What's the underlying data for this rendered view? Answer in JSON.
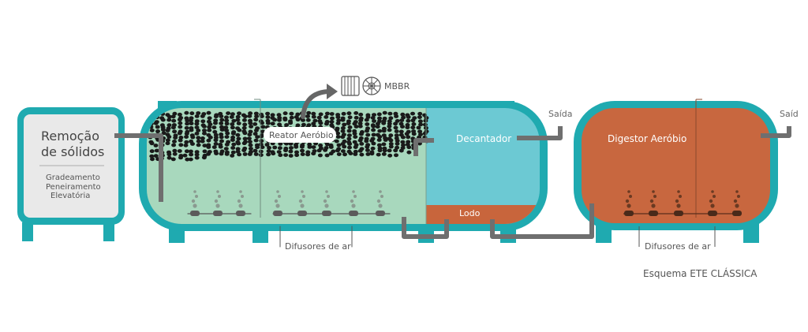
{
  "colors": {
    "tank_outline": "#1faab0",
    "reactor_fill": "#a8d8bd",
    "decanter_fill": "#6cc9d3",
    "sludge_fill": "#c8653c",
    "digester_fill": "#c8673f",
    "solids_fill": "#e9e9e9",
    "pipe": "#6f6f6f",
    "media": "#1a1a1a"
  },
  "solids_removal": {
    "title_line1": "Remoção",
    "title_line2": "de sólidos",
    "steps": [
      "Gradeamento",
      "Peneiramento",
      "Elevatória"
    ]
  },
  "reactor": {
    "label": "Reator Aeróbio"
  },
  "mbbr": {
    "label": "MBBR",
    "carrier_icon": "mbbr-carrier-icon"
  },
  "decanter": {
    "label": "Decantador",
    "sludge_label": "Lodo",
    "outlet_label": "Saída"
  },
  "digester": {
    "label": "Digestor Aeróbio",
    "outlet_label": "Saíd"
  },
  "diffusers": {
    "label_1": "Difusores de ar",
    "label_2": "Difusores de ar"
  },
  "caption": "Esquema ETE CLÁSSICA"
}
